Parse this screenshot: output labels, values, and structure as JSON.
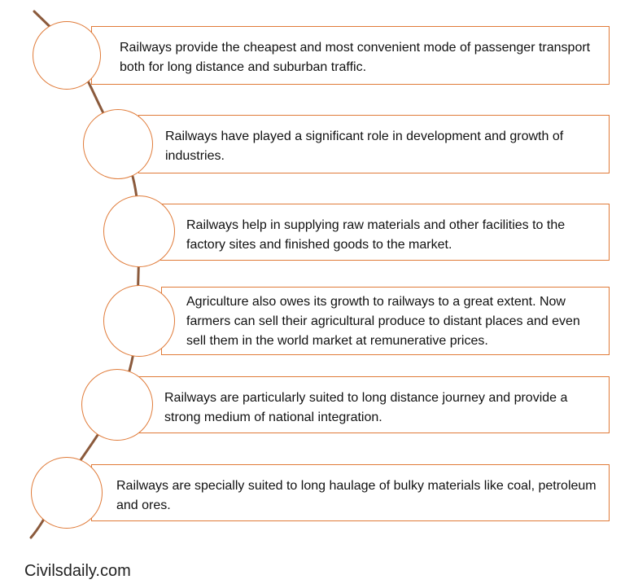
{
  "colors": {
    "accent": "#E07B39",
    "curve": "#8B5A3C",
    "text": "#111111"
  },
  "items": [
    {
      "text": "Railways provide the cheapest and most convenient mode of passenger transport both for long distance and suburban traffic."
    },
    {
      "text": "Railways have played a significant role in development and growth of industries."
    },
    {
      "text": "Railways help in supplying raw materials and other facilities to the factory sites and finished goods to the market."
    },
    {
      "text": "Agriculture also owes its growth to railways to a great extent. Now farmers can sell their agricultural produce to distant places and even sell them in the world market at remunerative prices."
    },
    {
      "text": "Railways are particularly suited to long distance journey and provide a strong medium of national integration."
    },
    {
      "text": "Railways are specially suited to long haulage of bulky materials like coal, petroleum and ores."
    }
  ],
  "footer": {
    "brand": "Civilsdaily.com"
  }
}
